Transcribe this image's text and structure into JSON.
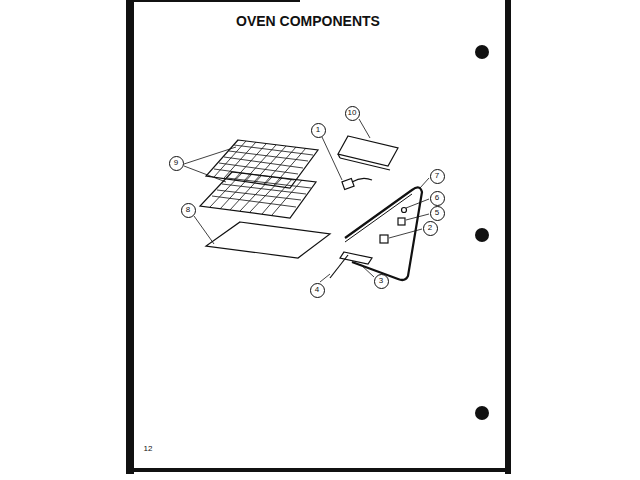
{
  "diagram": {
    "title": "OVEN COMPONENTS",
    "labels": [
      "1",
      "10",
      "9",
      "7",
      "6",
      "5",
      "8",
      "2",
      "4",
      "3",
      "12"
    ]
  }
}
